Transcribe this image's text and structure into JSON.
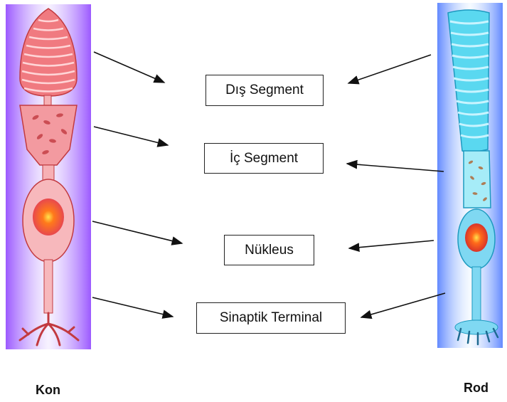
{
  "labels": {
    "outer_segment": "Dış Segment",
    "inner_segment": "İç Segment",
    "nucleus": "Nükleus",
    "synaptic_terminal": "Sinaptik Terminal"
  },
  "cells": {
    "cone": {
      "name": "Kon",
      "color": "#e8484e"
    },
    "rod": {
      "name": "Rod",
      "color": "#3cc8e8"
    }
  },
  "colors": {
    "cone_glow": "#8a3cff",
    "rod_glow": "#3c6cff",
    "arrow": "#111111"
  }
}
